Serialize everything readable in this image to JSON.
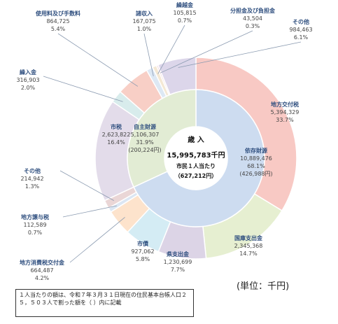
{
  "chart_data": {
    "type": "pie",
    "center": {
      "title": "歳 入",
      "total": "15,995,783千円",
      "per_person_label": "市民１人当たり",
      "per_person": "（627,212円）"
    },
    "inner": [
      {
        "name": "依存財源",
        "value": 10889476,
        "value_label": "10,889,476",
        "pct": "68.1%",
        "per_person": "(426,988円)",
        "color": "#cddcf0"
      },
      {
        "name": "自主財源",
        "value": 5106307,
        "value_label": "5,106,307",
        "pct": "31.9%",
        "per_person": "(200,224円)",
        "color": "#e2ecd4"
      }
    ],
    "outer": [
      {
        "name": "地方交付税",
        "value": 5394329,
        "value_label": "5,394,329",
        "pct": "33.7%",
        "color": "#f8c9c4"
      },
      {
        "name": "国庫支出金",
        "value": 2345368,
        "value_label": "2,345,368",
        "pct": "14.7%",
        "color": "#e6efd1"
      },
      {
        "name": "県支出金",
        "value": 1230699,
        "value_label": "1,230,699",
        "pct": "7.7%",
        "color": "#dcd4e6"
      },
      {
        "name": "市債",
        "value": 927062,
        "value_label": "927,062",
        "pct": "5.8%",
        "color": "#d4ecf4"
      },
      {
        "name": "地方消費税交付金",
        "value": 664487,
        "value_label": "664,487",
        "pct": "4.2%",
        "color": "#fde3cc"
      },
      {
        "name": "地方譲与税",
        "value": 112589,
        "value_label": "112,589",
        "pct": "0.7%",
        "color": "#dbe6f3"
      },
      {
        "name": "その他",
        "value": 214942,
        "value_label": "214,942",
        "pct": "1.3%",
        "color": "#ead6d6"
      },
      {
        "name": "市税",
        "value": 2623822,
        "value_label": "2,623,822",
        "pct": "16.4%",
        "color": "#e3dcea"
      },
      {
        "name": "繰入金",
        "value": 316903,
        "value_label": "316,903",
        "pct": "2.0%",
        "color": "#d8ecec"
      },
      {
        "name": "使用料及び手数料",
        "value": 864725,
        "value_label": "864,725",
        "pct": "5.4%",
        "color": "#f8cfc6"
      },
      {
        "name": "諸収入",
        "value": 167075,
        "value_label": "167,075",
        "pct": "1.0%",
        "color": "#dde8f4"
      },
      {
        "name": "繰越金",
        "value": 105815,
        "value_label": "105,815",
        "pct": "0.7%",
        "color": "#f4e8d4"
      },
      {
        "name": "分担金及び負担金",
        "value": 43504,
        "value_label": "43,504",
        "pct": "0.3%",
        "color": "#f0d4dc"
      },
      {
        "name": "その他",
        "value": 984463,
        "value_label": "984,463",
        "pct": "6.1%",
        "color": "#dcd6ea"
      }
    ]
  },
  "unit_label": "(単位：千円)",
  "note": "１人当たりの額は、令和７年３月３１日現在の住民基本台帳人口２５，５０３人で割った額を（ ）内に記載"
}
